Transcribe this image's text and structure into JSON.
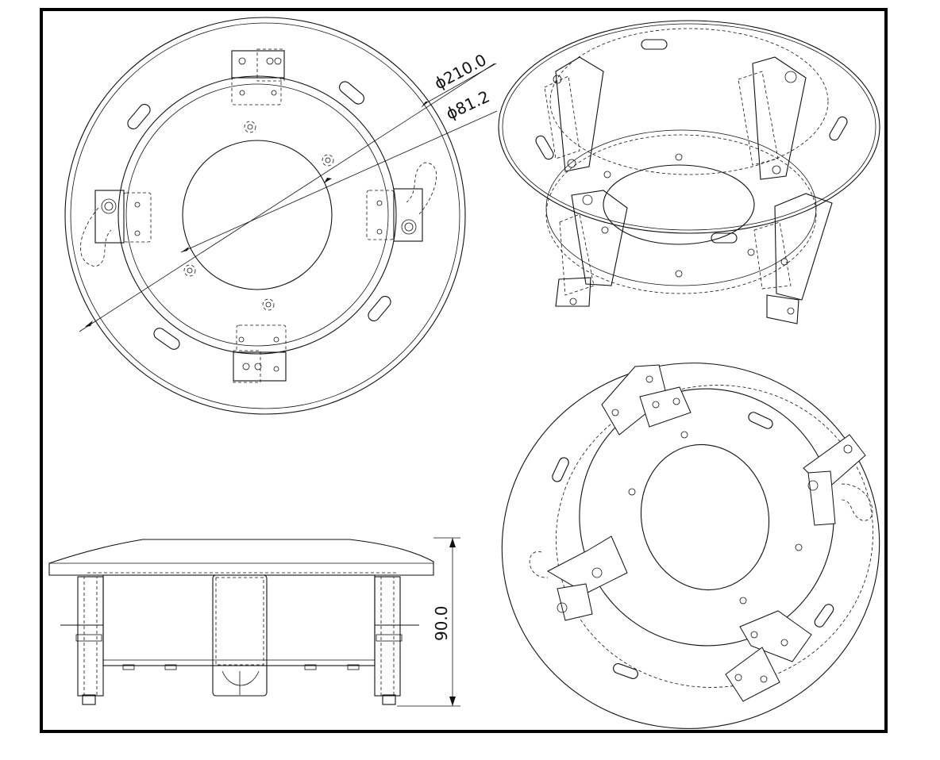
{
  "drawing": {
    "dimensions": {
      "outer_diameter": "ϕ210.0",
      "inner_diameter": "ϕ81.2",
      "height": "90.0"
    },
    "views": [
      "top-view",
      "isometric-view-top",
      "isometric-view-bottom",
      "side-view"
    ],
    "colors": {
      "line": "#111111",
      "background": "#ffffff",
      "border": "#000000"
    }
  }
}
